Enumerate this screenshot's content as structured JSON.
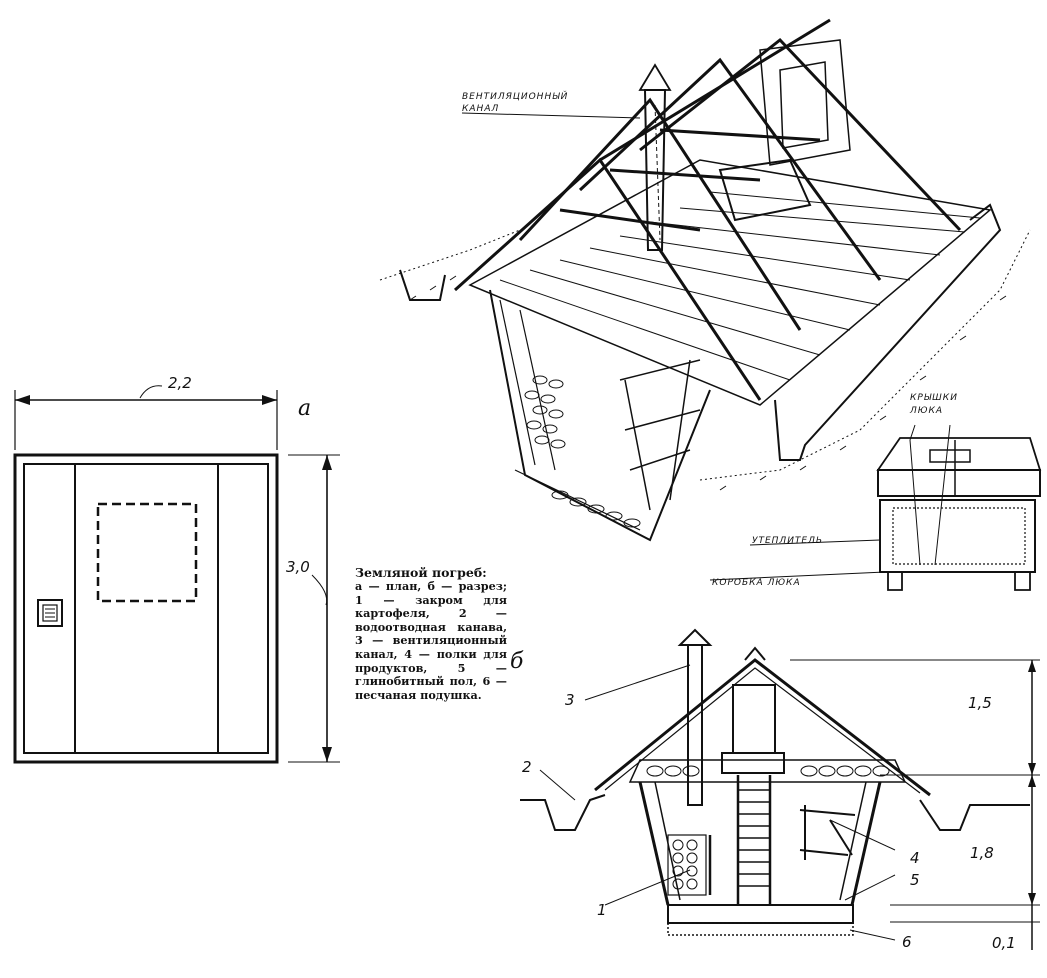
{
  "plan": {
    "letter": "а",
    "width_label": "2,2",
    "length_label": "3,0"
  },
  "section": {
    "letter": "б",
    "height_upper": "1,5",
    "height_lower": "1,8",
    "height_base": "0,1",
    "callouts": [
      "1",
      "2",
      "3",
      "4",
      "5",
      "6"
    ]
  },
  "perspective": {
    "vent_label_line1": "ВЕНТИЛЯЦИОННЫЙ",
    "vent_label_line2": "КАНАЛ"
  },
  "hatch_detail": {
    "lids_label_line1": "КРЫШКИ",
    "lids_label_line2": "ЛЮКА",
    "insulation_label": "УТЕПЛИТЕЛЬ",
    "box_label": "КОРОБКА ЛЮКА"
  },
  "caption": {
    "title": "Земляной погреб:",
    "body": "а — план, б — разрез; 1 — закром для картофеля, 2 — водоотводная канава, 3 — вентиляционный канал, 4 — полки для продуктов, 5 — глинобитный пол, 6 — песчаная подушка."
  }
}
